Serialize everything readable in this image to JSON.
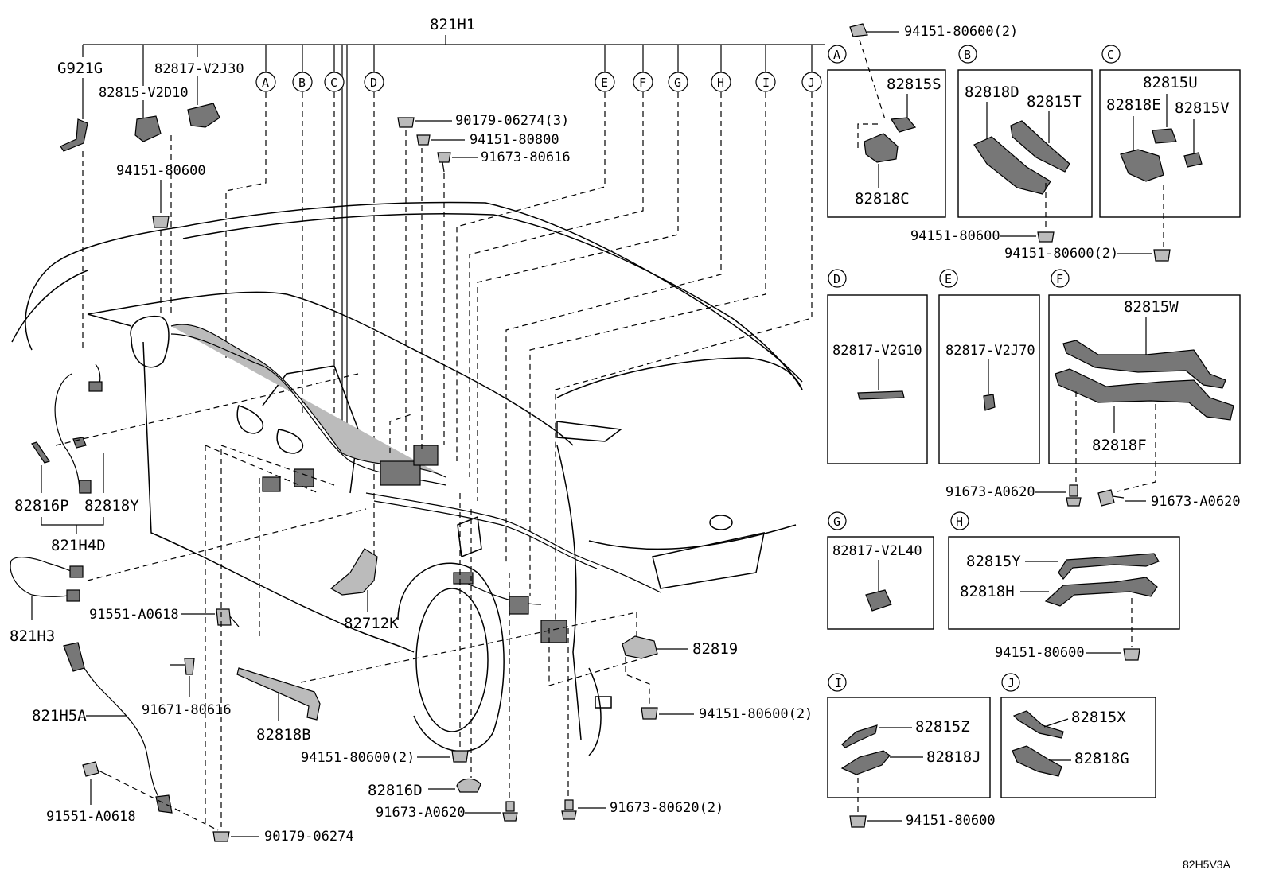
{
  "diagram": {
    "main_part": "821H1",
    "figure_ref": "82H5V3A",
    "callouts": [
      "A",
      "B",
      "C",
      "D",
      "E",
      "F",
      "G",
      "H",
      "I",
      "J"
    ],
    "left_labels": {
      "g921g": "G921G",
      "p82817_v2j30": "82817-V2J30",
      "p82815_v2d10": "82815-V2D10",
      "p94151_80600_upper": "94151-80600",
      "p82816p": "82816P",
      "p82818y": "82818Y",
      "p821h4d": "821H4D",
      "p821h3": "821H3",
      "p91551_a0618_upper": "91551-A0618",
      "p91671_80616": "91671-80616",
      "p821h5a": "821H5A",
      "p91551_a0618_lower": "91551-A0618",
      "p90179_06274": "90179-06274",
      "p82818b": "82818B",
      "p82712k": "82712K"
    },
    "center_labels": {
      "p90179_06274_3": "90179-06274(3)",
      "p94151_80800": "94151-80800",
      "p91673_80616": "91673-80616",
      "p94151_80600_2_a": "94151-80600(2)",
      "p82816d": "82816D",
      "p91673_a0620": "91673-A0620",
      "p91673_80620_2": "91673-80620(2)",
      "p82819": "82819",
      "p94151_80600_2_b": "94151-80600(2)"
    },
    "detail_labels": {
      "top_clip": "94151-80600(2)",
      "a_82815s": "82815S",
      "a_82818c": "82818C",
      "b_82818d": "82818D",
      "b_82815t": "82815T",
      "b_94151_80600": "94151-80600",
      "c_82815u": "82815U",
      "c_82818e": "82818E",
      "c_82815v": "82815V",
      "c_94151_80600_2": "94151-80600(2)",
      "d_82817_v2g10": "82817-V2G10",
      "e_82817_v2j70": "82817-V2J70",
      "f_82815w": "82815W",
      "f_82818f": "82818F",
      "f_91673_a0620_left": "91673-A0620",
      "f_91673_a0620_right": "91673-A0620",
      "g_82817_v2l40": "82817-V2L40",
      "h_82815y": "82815Y",
      "h_82818h": "82818H",
      "h_94151_80600": "94151-80600",
      "i_82815z": "82815Z",
      "i_82818j": "82818J",
      "i_94151_80600": "94151-80600",
      "j_82815x": "82815X",
      "j_82818g": "82818G"
    }
  }
}
